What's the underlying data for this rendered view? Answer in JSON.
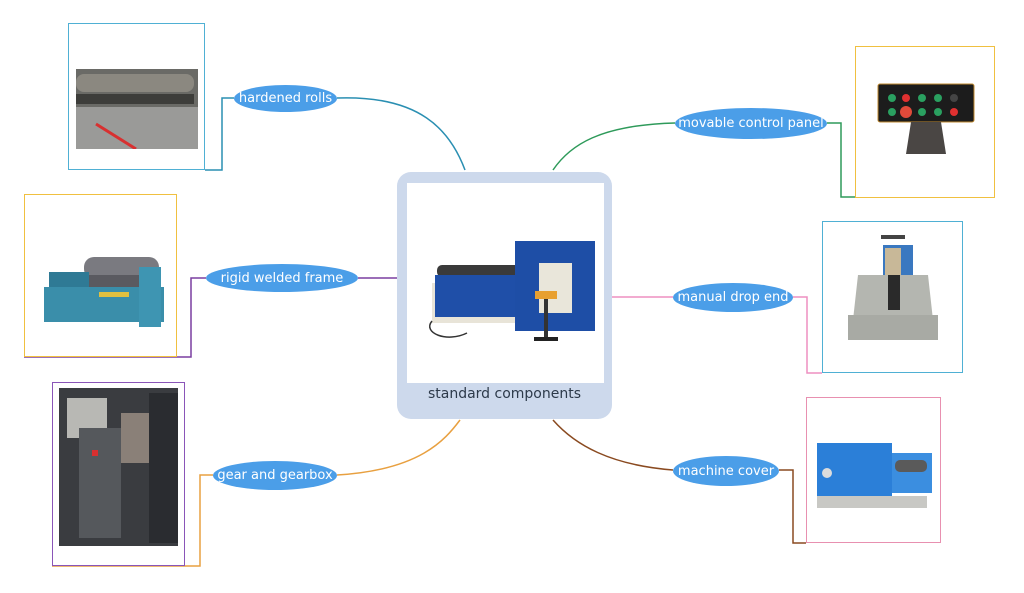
{
  "central_topic": {
    "label": "standard components",
    "image": "plate-rolling-machine-photo"
  },
  "branches": [
    {
      "id": "hardened-rolls",
      "label": "hardened rolls",
      "side": "left",
      "line_color": "#2a8fb2",
      "frame_color": "#4fb0d4",
      "image": "steel-rolls-photo"
    },
    {
      "id": "rigid-welded-frame",
      "label": "rigid welded frame",
      "side": "left",
      "line_color": "#7a3fa0",
      "frame_color": "#f0c040",
      "image": "teal-frame-machine-photo"
    },
    {
      "id": "gear-and-gearbox",
      "label": "gear and gearbox",
      "side": "left",
      "line_color": "#e8a040",
      "frame_color": "#8a55b8",
      "image": "gearbox-photo"
    },
    {
      "id": "movable-control-panel",
      "label": "movable control panel",
      "side": "right",
      "line_color": "#2e9a5a",
      "frame_color": "#f0c040",
      "image": "control-panel-photo"
    },
    {
      "id": "manual-drop-end",
      "label": "manual drop end",
      "side": "right",
      "line_color": "#ee8fc0",
      "frame_color": "#4fb0d4",
      "image": "drop-end-photo"
    },
    {
      "id": "machine-cover",
      "label": "machine cover",
      "side": "right",
      "line_color": "#8a4a20",
      "frame_color": "#e890b0",
      "image": "machine-cover-photo"
    }
  ],
  "colors": {
    "pill_fill": "#4b9ee8",
    "pill_text": "#ffffff",
    "center_fill": "#cdd9ec"
  }
}
